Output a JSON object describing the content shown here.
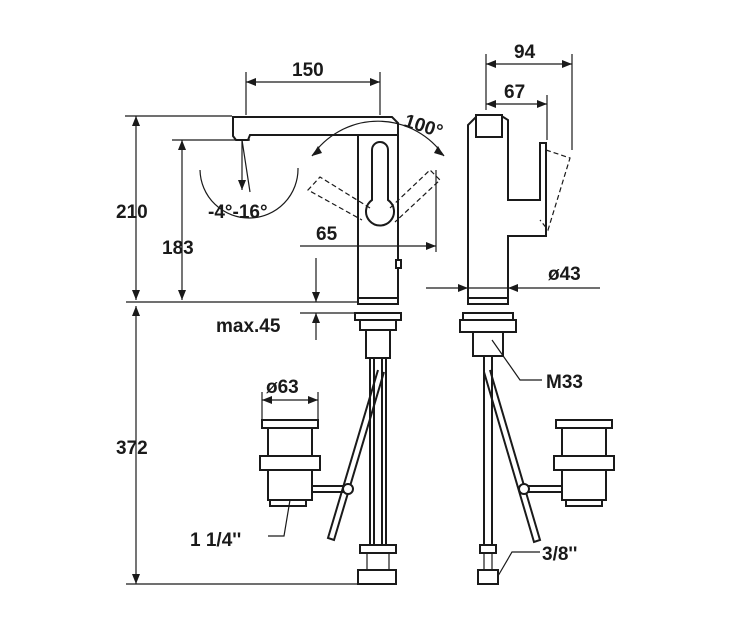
{
  "dimensions": {
    "spout_length": "150",
    "total_depth": "94",
    "handle_depth": "67",
    "height_top": "210",
    "height_outlet": "183",
    "spout_angle": "-4°-16°",
    "lever_angle": "100°",
    "lever_offset": "65",
    "body_diameter": "ø43",
    "max_thickness": "max.45",
    "drain_diameter": "ø63",
    "thread_m": "M33",
    "below_height": "372",
    "drain_thread": "1 1/4''",
    "hose_thread": "3/8''"
  }
}
